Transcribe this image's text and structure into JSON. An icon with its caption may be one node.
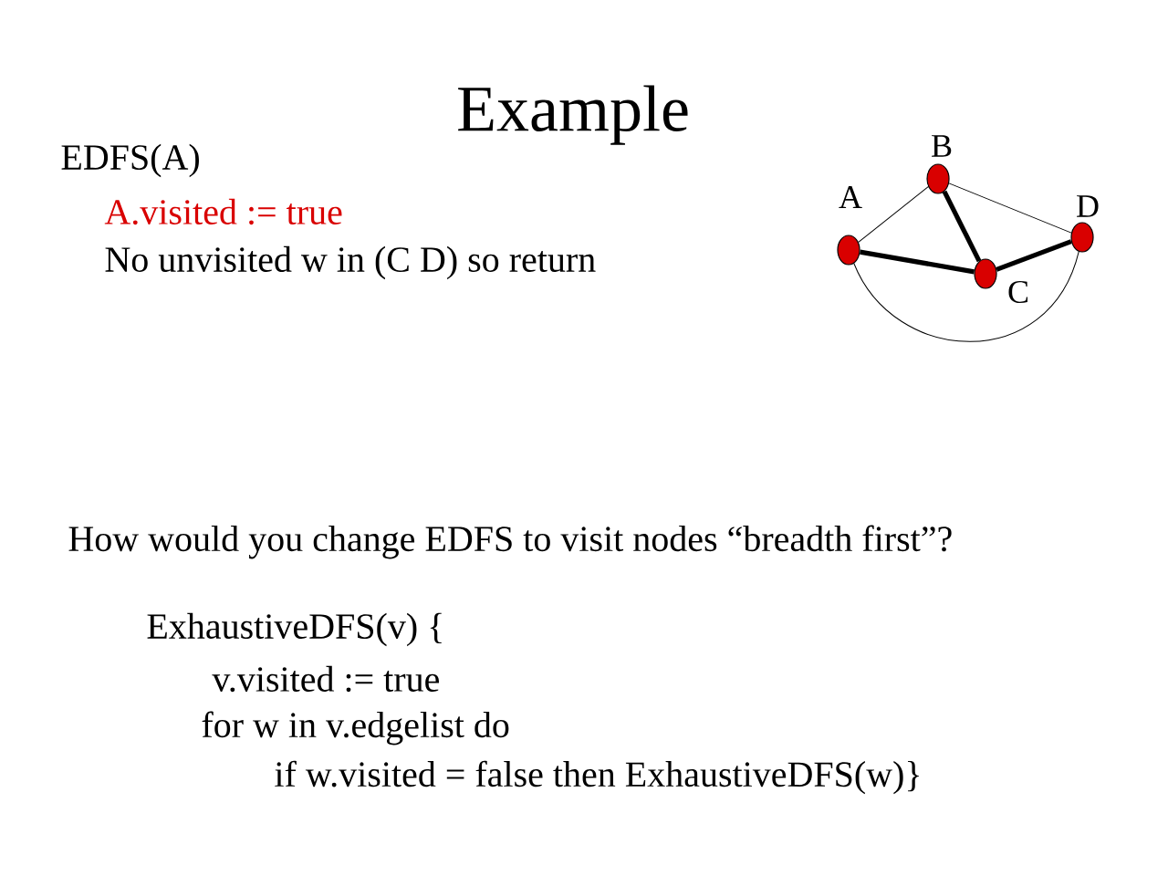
{
  "diagram": {
    "title": "Example",
    "nodes": [
      {
        "text": [],
        "shape": "circle",
        "beside": [
          "A"
        ]
      },
      {
        "text": [],
        "shape": "circle",
        "beside": [
          "B"
        ]
      },
      {
        "text": [],
        "shape": "circle",
        "beside": [
          "C"
        ]
      },
      {
        "text": [],
        "shape": "circle",
        "beside": [
          "D"
        ]
      }
    ],
    "edges": [
      {
        "from": 0,
        "to": 1,
        "arrow": "none"
      },
      {
        "from": 1,
        "to": 2,
        "arrow": "none",
        "style": "thick"
      },
      {
        "from": 0,
        "to": 2,
        "arrow": "none",
        "style": "thick"
      },
      {
        "from": 2,
        "to": 3,
        "arrow": "none",
        "style": "thick"
      },
      {
        "from": 1,
        "to": 3,
        "arrow": "none"
      },
      {
        "from": 0,
        "to": 3,
        "arrow": "none"
      }
    ],
    "labels": [
      "EDFS(A)",
      "A.visited := true",
      "No unvisited w in (C D) so return",
      "How would you change EDFS to visit nodes “breadth first”?",
      "ExhaustiveDFS(v) {",
      "v.visited := true",
      "for  w in v.edgelist  do",
      "if w.visited = false then ExhaustiveDFS(w)}"
    ]
  }
}
